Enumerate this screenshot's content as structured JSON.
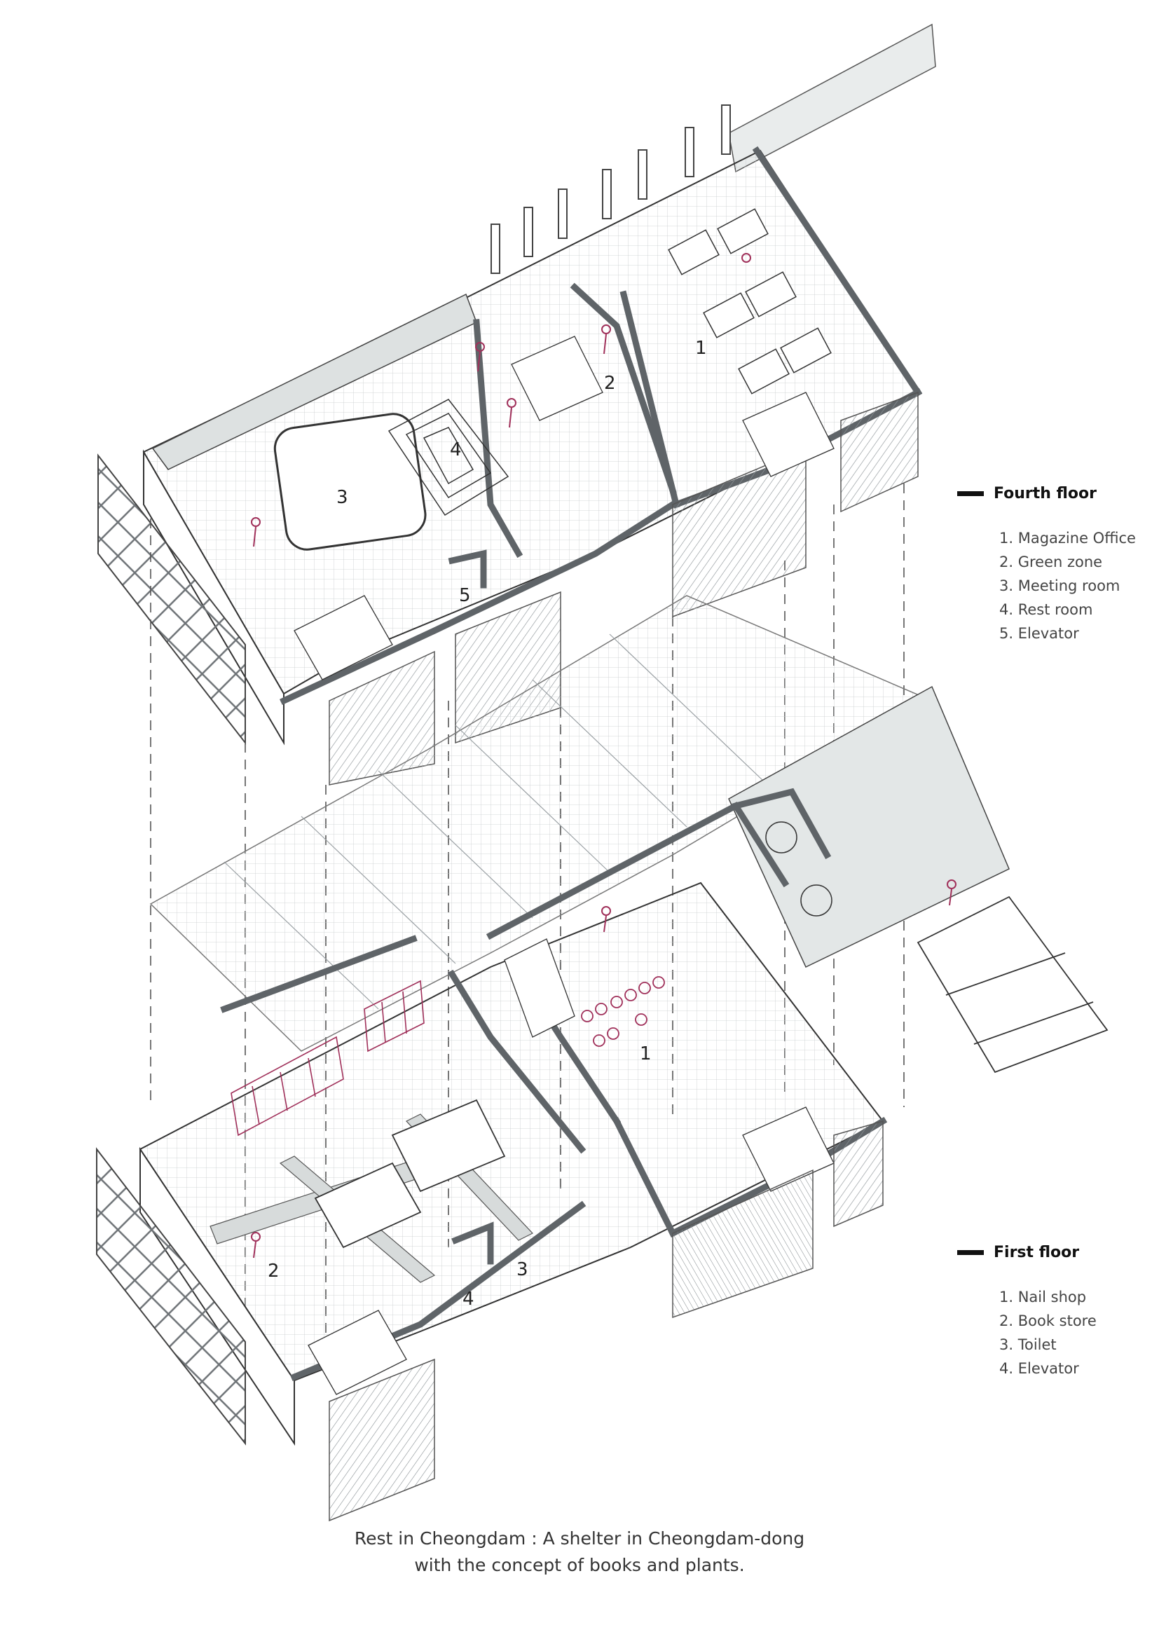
{
  "fourth_floor": {
    "title": "Fourth floor",
    "items": [
      "1. Magazine Office",
      "2. Green zone",
      "3. Meeting room",
      "4. Rest room",
      "5. Elevator"
    ]
  },
  "first_floor": {
    "title": "First floor",
    "items": [
      "1. Nail shop",
      "2. Book store",
      "3. Toilet",
      "4. Elevator"
    ]
  },
  "room_numbers": {
    "fourth": [
      "1",
      "2",
      "3",
      "4",
      "5"
    ],
    "first": [
      "1",
      "2",
      "3",
      "4"
    ]
  },
  "caption": {
    "line1": "Rest in Cheongdam :  A shelter in Cheongdam-dong",
    "line2": "with the concept of books and plants."
  },
  "colors": {
    "wall_cut": "#5f6468",
    "hatch": "#9aa0a4",
    "light_fill": "#e3e7e7",
    "figure_accent": "#a0305a"
  }
}
